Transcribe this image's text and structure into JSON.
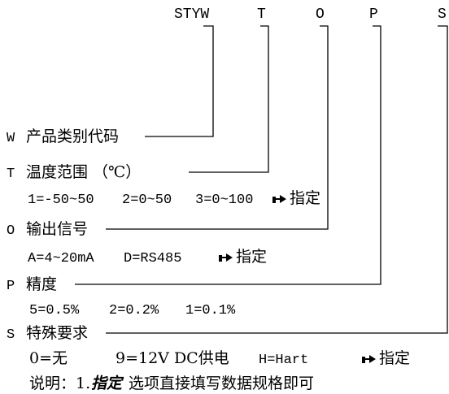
{
  "model_code": {
    "prefix": "STYW",
    "segments": [
      "T",
      "O",
      "P",
      "S"
    ]
  },
  "fields": [
    {
      "letter": "W",
      "title": "产品类别代码"
    },
    {
      "letter": "T",
      "title": "温度范围 （℃）"
    },
    {
      "letter": "O",
      "title": "输出信号"
    },
    {
      "letter": "P",
      "title": "精度"
    },
    {
      "letter": "S",
      "title": "特殊要求"
    }
  ],
  "options": {
    "temperature": [
      "1=-50~50",
      "2=0~50",
      "3=0~100"
    ],
    "output": [
      "A=4~20mA",
      "D=RS485"
    ],
    "precision": [
      "5=0.5%",
      "2=0.2%",
      "1=0.1%"
    ],
    "special": [
      "0=无",
      "9=12V DC供电",
      "H=Hart"
    ]
  },
  "specify_label": "指定",
  "note": {
    "prefix": "说明：1.",
    "keyword": "指定",
    "text": "选项直接填写数据规格即可"
  },
  "icons": {
    "pointing_hand": "hand-pointing-right-icon"
  }
}
